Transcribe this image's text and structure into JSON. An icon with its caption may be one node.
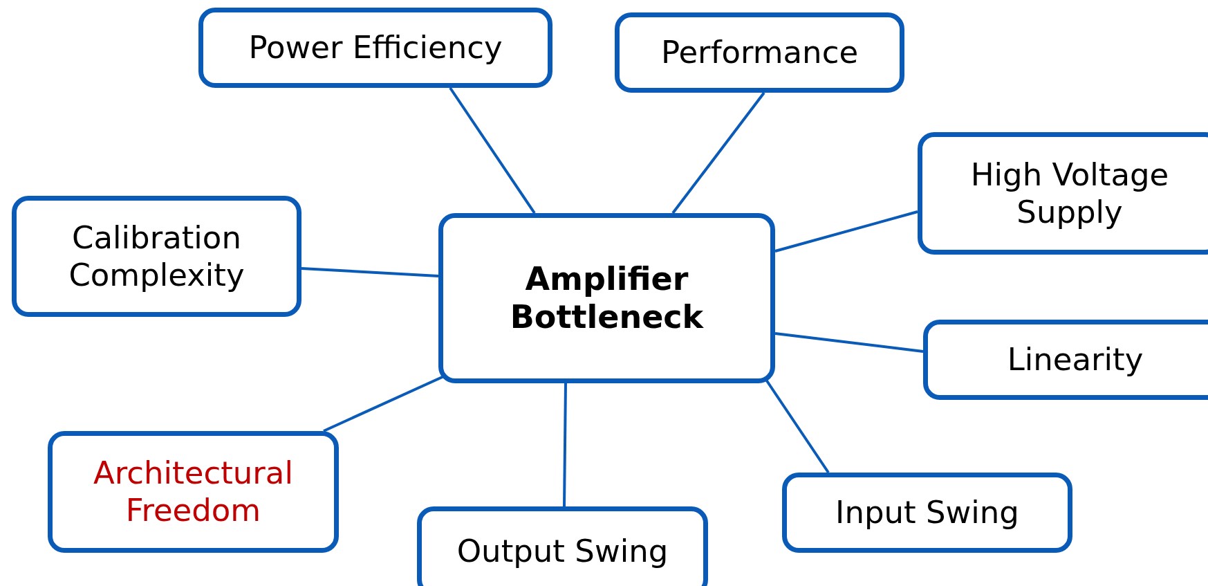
{
  "diagram": {
    "nodes": [
      {
        "text": [
          "Power Efficiency"
        ]
      },
      {
        "text": [
          "Performance"
        ]
      },
      {
        "text": [
          "High Voltage Supply"
        ]
      },
      {
        "text": [
          "Calibration Complexity"
        ]
      },
      {
        "text": [
          "Amplifier Bottleneck"
        ]
      },
      {
        "text": [
          "Linearity"
        ]
      },
      {
        "text": [
          "Architectural Freedom"
        ]
      },
      {
        "text": [
          "Input Swing"
        ]
      },
      {
        "text": [
          "Output Swing"
        ]
      }
    ],
    "edges": [
      {
        "from": 4,
        "to": 0,
        "arrow": "none"
      },
      {
        "from": 4,
        "to": 1,
        "arrow": "none"
      },
      {
        "from": 4,
        "to": 2,
        "arrow": "none"
      },
      {
        "from": 4,
        "to": 3,
        "arrow": "none"
      },
      {
        "from": 4,
        "to": 5,
        "arrow": "none"
      },
      {
        "from": 4,
        "to": 6,
        "arrow": "none"
      },
      {
        "from": 4,
        "to": 7,
        "arrow": "none"
      },
      {
        "from": 4,
        "to": 8,
        "arrow": "none"
      }
    ]
  }
}
